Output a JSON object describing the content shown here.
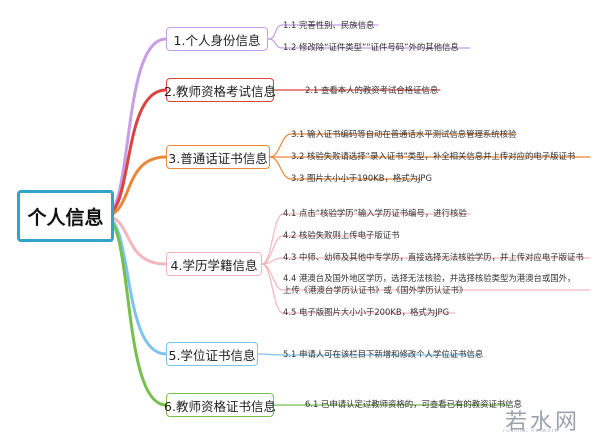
{
  "root": {
    "label": "个人信息"
  },
  "branches": [
    {
      "id": "b1",
      "label": "1.个人身份信息",
      "color": "#c79de6",
      "leaves": [
        {
          "text": "1.1 完善性别、民族信息"
        },
        {
          "text": "1.2 修改除“证件类型”“证件号码”外的其他信息"
        }
      ]
    },
    {
      "id": "b2",
      "label": "2.教师资格考试信息",
      "color": "#d9443f",
      "leaves": [
        {
          "text": "2.1 查看本人的教资考试合格证信息"
        }
      ]
    },
    {
      "id": "b3",
      "label": "3.普通话证书信息",
      "color": "#e8883a",
      "leaves": [
        {
          "text": "3.1 输入证书编码等自动在普通话水平测试信息管理系统核验"
        },
        {
          "text": "3.2 核验失败请选择“录入证书”类型，补全相关信息并上传对应的电子版证书"
        },
        {
          "text": "3.3 图片大小小于190KB，格式为JPG"
        }
      ]
    },
    {
      "id": "b4",
      "label": "4.学历学籍信息",
      "color": "#f4b6bd",
      "leaves": [
        {
          "text": "4.1 点击“核验学历”输入学历证书编号，进行核验"
        },
        {
          "text": "4.2 核验失败则上传电子版证书"
        },
        {
          "text": "4.3 中师、幼师及其他中专学历，直接选择无法核验学历，并上传对应电子版证书"
        },
        {
          "text": "4.4 港澳台及国外地区学历，选择无法核验，并选择核验类型为港澳台或国外，",
          "text2": "上传《港澳台学历认证书》或《国外学历认证书》"
        },
        {
          "text": "4.5 电子版图片大小小于200KB，格式为JPG"
        }
      ]
    },
    {
      "id": "b5",
      "label": "5.学位证书信息",
      "color": "#7ec3ee",
      "leaves": [
        {
          "text": "5.1 申请人可在该栏目下新增和修改个人学位证书信息"
        }
      ]
    },
    {
      "id": "b6",
      "label": "6.教师资格证书信息",
      "color": "#76bf4c",
      "leaves": [
        {
          "text": "6.1 已申请认定过教师资格的，可查看已有的教资证书信息"
        }
      ]
    }
  ],
  "watermark": {
    "text": "若水网",
    "sub": "ruoshui network"
  }
}
